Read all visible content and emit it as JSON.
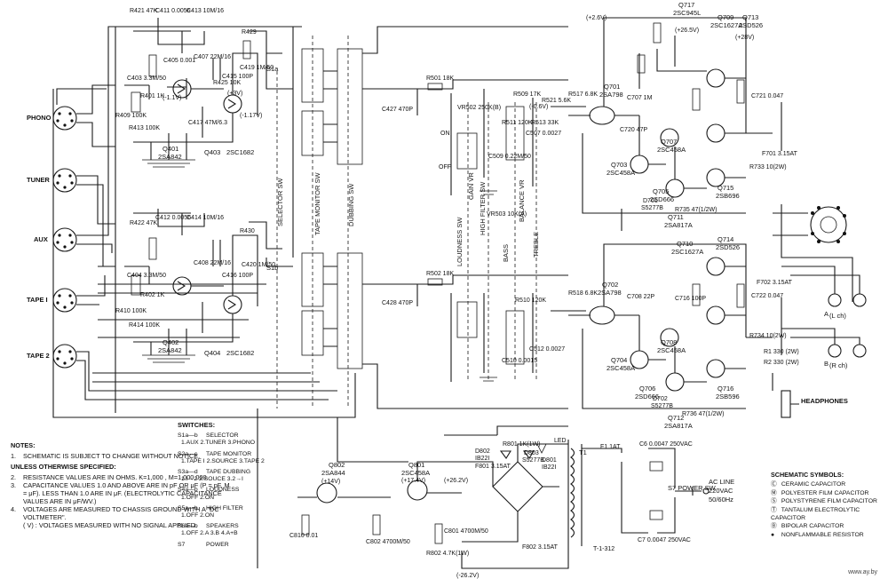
{
  "inputs": {
    "phono": "PHONO",
    "tuner": "TUNER",
    "aux": "AUX",
    "tape1": "TAPE I",
    "tape2": "TAPE 2"
  },
  "headphones": "HEADPHONES",
  "speaker_labels": {
    "left": "(L ch)",
    "right": "(R ch)",
    "a": "A",
    "b": "B"
  },
  "transistors": {
    "q401": [
      "Q401",
      "2SA842"
    ],
    "q403": [
      "Q403",
      "2SC1682"
    ],
    "q402": [
      "Q402",
      "2SA842"
    ],
    "q404": [
      "Q404",
      "2SC1682"
    ],
    "q701": [
      "Q701",
      "2SA798"
    ],
    "q702": [
      "Q702",
      "2SA798"
    ],
    "q703": [
      "Q703",
      "2SC458A"
    ],
    "q704": [
      "Q704",
      "2SC458A"
    ],
    "q705": [
      "Q705",
      "2SD666"
    ],
    "q706": [
      "Q706",
      "2SD666"
    ],
    "q707": [
      "Q707",
      "2SC458A"
    ],
    "q708": [
      "Q708",
      "2SC458A"
    ],
    "q709": [
      "Q709",
      "2SC1627A"
    ],
    "q710": [
      "Q710",
      "2SC1627A"
    ],
    "q711": [
      "Q711",
      "2SA817A"
    ],
    "q712": [
      "Q712",
      "2SA817A"
    ],
    "q713": [
      "Q713",
      "2SD526"
    ],
    "q714": [
      "Q714",
      "2SD526"
    ],
    "q715": [
      "Q715",
      "2SB696"
    ],
    "q716": [
      "Q716",
      "2SB596"
    ],
    "q717": [
      "Q717",
      "2SC945L"
    ],
    "q801": [
      "Q801",
      "2SC458A"
    ],
    "q802": [
      "Q802",
      "2SA844"
    ]
  },
  "diodes": {
    "d701": [
      "D701",
      "S5277B"
    ],
    "d702": [
      "D702",
      "S5277B"
    ],
    "d801": [
      "D801",
      "IB22I"
    ],
    "d802": [
      "D802",
      "IB22I"
    ],
    "d803": [
      "D803",
      "S5277B"
    ]
  },
  "components": {
    "r421": "R421 47K",
    "c411": "C411 0.0056",
    "c413": "C413 10M/16",
    "r429": "R429",
    "c403": "C403 3.3M/50",
    "r401": "R401 1K",
    "r409": "R409 100K",
    "r413": "R413 100K",
    "c405": "C405 0.001",
    "c407": "C407 22M/16",
    "c415": "C415 100P",
    "c419": "C419 1M/50",
    "r425": "R425 10K",
    "c417": "C417 47M/6.3",
    "r422": "R422 47K",
    "c412": "C412 0.0056",
    "c414": "C414 10M/16",
    "r430": "R430",
    "c404": "C404 3.3M/50",
    "r402": "R402 1K",
    "r410": "R410 100K",
    "r414": "R414 100K",
    "c408": "C408 22M/16",
    "c416": "C416 100P",
    "c420": "C420 1M/50",
    "r501": "R501 18K",
    "r502": "R502 18K",
    "c427": "C427 470P",
    "c428": "C428 470P",
    "r509": "R509 17K",
    "r511": "R511 120K",
    "r513": "R513 33K",
    "c507": "C507 0.0027",
    "c509": "C509 0.22M/50",
    "vr502": "VR502 250K(B)",
    "vr503": "VR503 10K(A)",
    "r521": "R521 5.6K",
    "r517": "R517 6.8K",
    "r510": "R510 120K",
    "r518": "R518 6.8K",
    "c510": "C510 0.0015",
    "c512": "C512 0.0027",
    "c720": "C720 47P",
    "c707": "C707 1M",
    "c708": "C708 22P",
    "c716": "C716 100P",
    "c721": "C721 0.047",
    "c722": "C722 0.047",
    "f701": "F701 3.15AT",
    "f702": "F702 3.15AT",
    "r733": "R733 10(2W)",
    "r734": "R734 10(2W)",
    "r735": "R735 47(1/2W)",
    "r736": "R736 47(1/2W)",
    "r1": "R1 330 (2W)",
    "r2": "R2 330 (2W)",
    "c6": "C6 0.0047 250VAC",
    "c7": "C7 0.0047 250VAC",
    "f1": "F1 1AT",
    "t1": "T1",
    "t_part": "T-1-312",
    "f801": "F801 3.15AT",
    "f802": "F802 3.15AT",
    "r801": "R801 1K(1W)",
    "r802": "R802 4.7K(1W)",
    "c810": "C810 0.01",
    "c801": "C801 4700M/50",
    "c802": "C802 4700M/50",
    "led": "LED"
  },
  "rails": {
    "p26v": "(+26.2V)",
    "n26v": "(-26.2V)",
    "p26_5": "(+26.5V)",
    "p28": "(+28V)",
    "p14": "(+14V)",
    "p17_4": "(+17.4V)",
    "p2_6": "(+2.6V)",
    "n0_6": "(-0.6V)",
    "n1_1": "(-1.1V)",
    "n1_17": "(-1.17V)",
    "p3": "(+3V)"
  },
  "switch_labels": {
    "selector": "SELECTOR SW",
    "tape_monitor": "TAPE MONITOR SW",
    "dubbing": "DUBBING SW",
    "loudness": "LOUDNESS SW",
    "high_filter": "HIGH FILTER SW",
    "bass": "BASS",
    "treble": "TREBLE",
    "gain_vr": "GAIN VR",
    "balance_vr": "BALANCE VR",
    "s1a": "S1a",
    "s1b": "S1b",
    "s7_power": "S7 POWER SW",
    "ac_line": [
      "AC LINE",
      "220VAC",
      "50/60Hz"
    ],
    "on": "ON",
    "off": "OFF"
  },
  "notes": {
    "title": "NOTES:",
    "items": [
      [
        "1.",
        "SCHEMATIC IS SUBJECT TO CHANGE WITHOUT NOTICE."
      ],
      [
        "",
        "UNLESS OTHERWISE SPECIFIED:"
      ],
      [
        "2.",
        "RESISTANCE VALUES ARE IN OHMS. K=1,000 , M=1,000,000"
      ],
      [
        "3.",
        "CAPACITANCE VALUES 1.0 AND ABOVE ARE IN pF OR μF (P = pF, M = μF). LESS THAN 1.0 ARE IN μF. (ELECTROLYTIC CAPACITANCE VALUES ARE IN μF/WV.)"
      ],
      [
        "4.",
        "VOLTAGES ARE MEASURED TO CHASSIS GROUND WITH A \"DC VOLTMETER\"."
      ],
      [
        "",
        "(    V) : VOLTAGES MEASURED WITH NO SIGNAL APPLIED."
      ]
    ]
  },
  "switches": {
    "title": "SWITCHES:",
    "items": [
      {
        "code": "S1a—b",
        "name": "SELECTOR",
        "pos": "1.AUX  2.TUNER  3.PHONO"
      },
      {
        "code": "S2a—c",
        "name": "TAPE MONITOR",
        "pos": "1.TAPE I  2.SOURCE  3.TAPE 2"
      },
      {
        "code": "S3a—d",
        "name": "TAPE DUBBING",
        "pos": "1.I→2  2.SOUCE  3.2→I"
      },
      {
        "code": "S4a—b",
        "name": "LOUDNESS",
        "pos": "1.OFF  2.ON"
      },
      {
        "code": "S5a—b",
        "name": "HIGH FILTER",
        "pos": "1.OFF  2.ON"
      },
      {
        "code": "S6a—b",
        "name": "SPEAKERS",
        "pos": "1.OFF  2.A  3.B  4.A+B"
      },
      {
        "code": "S7",
        "name": "POWER",
        "pos": ""
      }
    ]
  },
  "symbols": {
    "title": "SCHEMATIC SYMBOLS:",
    "items": [
      [
        "Ⓒ",
        "CERAMIC CAPACITOR"
      ],
      [
        "Ⓜ",
        "POLYESTER FILM CAPACITOR"
      ],
      [
        "Ⓢ",
        "POLYSTYRENE FILM CAPACITOR"
      ],
      [
        "Ⓣ",
        "TANTALUM ELECTROLYTIC CAPACITOR"
      ],
      [
        "Ⓑ",
        "BIPOLAR CAPACITOR"
      ],
      [
        "●",
        "NONFLAMMABLE RESISTOR"
      ]
    ]
  },
  "watermark": "www.ay.by"
}
